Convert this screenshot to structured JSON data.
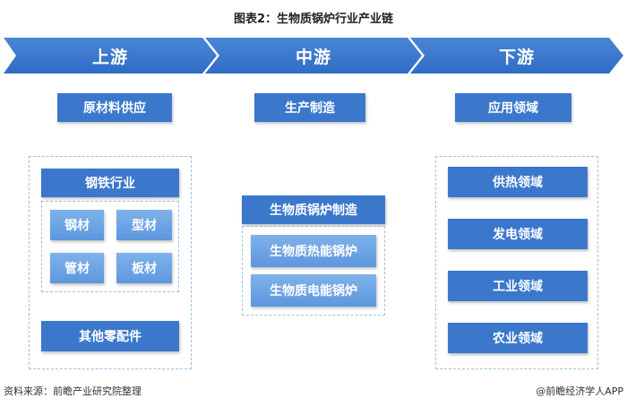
{
  "title": "图表2：生物质锅炉行业产业链",
  "stages": {
    "upstream": "上游",
    "midstream": "中游",
    "downstream": "下游"
  },
  "upstream": {
    "header": "原材料供应",
    "steel_industry": "钢铁行业",
    "items": [
      "钢材",
      "型材",
      "管材",
      "板材"
    ],
    "other_parts": "其他零配件"
  },
  "midstream": {
    "header": "生产制造",
    "manufacturing": "生物质锅炉制造",
    "items": [
      "生物质热能锅炉",
      "生物质电能锅炉"
    ]
  },
  "downstream": {
    "header": "应用领域",
    "items": [
      "供热领域",
      "发电领域",
      "工业领域",
      "农业领域"
    ]
  },
  "footer": {
    "source": "资料来源：前瞻产业研究院整理",
    "brand": "@前瞻经济学人APP"
  },
  "colors": {
    "primary": "#3b78cc",
    "light": "#6fa6e6",
    "dashed_border": "#9cc0e6"
  }
}
